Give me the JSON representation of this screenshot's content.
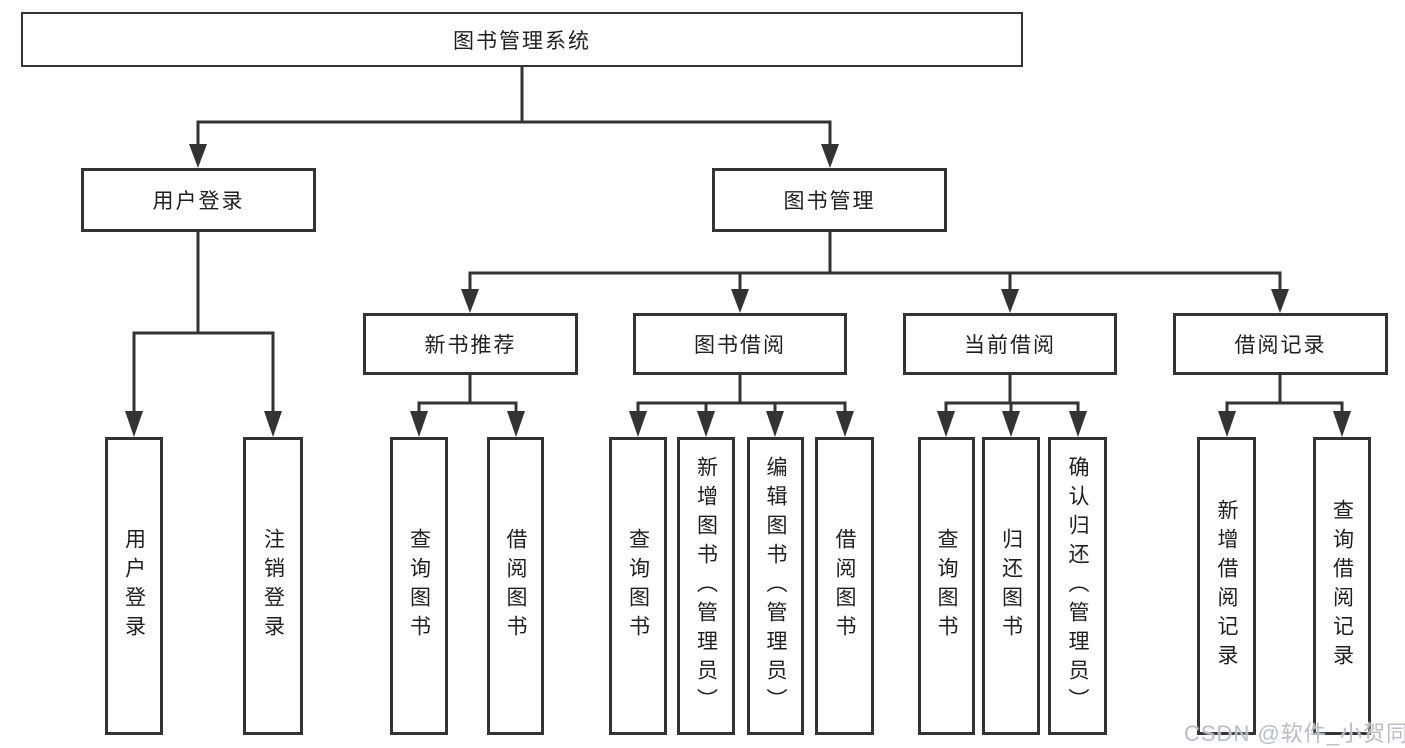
{
  "tree": {
    "root": {
      "label": "图书管理系统"
    },
    "branches": [
      {
        "label": "用户登录",
        "children": [
          {
            "label": "用户登录"
          },
          {
            "label": "注销登录"
          }
        ]
      },
      {
        "label": "图书管理",
        "children": [
          {
            "label": "新书推荐",
            "children": [
              {
                "label": "查询图书"
              },
              {
                "label": "借阅图书"
              }
            ]
          },
          {
            "label": "图书借阅",
            "children": [
              {
                "label": "查询图书"
              },
              {
                "label": "新增图书（管理员）"
              },
              {
                "label": "编辑图书（管理员）"
              },
              {
                "label": "借阅图书"
              }
            ]
          },
          {
            "label": "当前借阅",
            "children": [
              {
                "label": "查询图书"
              },
              {
                "label": "归还图书"
              },
              {
                "label": "确认归还（管理员）"
              }
            ]
          },
          {
            "label": "借阅记录",
            "children": [
              {
                "label": "新增借阅记录"
              },
              {
                "label": "查询借阅记录"
              }
            ]
          }
        ]
      }
    ]
  },
  "watermark": {
    "text": "CSDN @软件_小贺同学"
  },
  "colors": {
    "line": "#333333",
    "box_border": "#333333",
    "text": "#1f1f1f",
    "watermark": "#b9bdc4",
    "background": "#ffffff"
  }
}
